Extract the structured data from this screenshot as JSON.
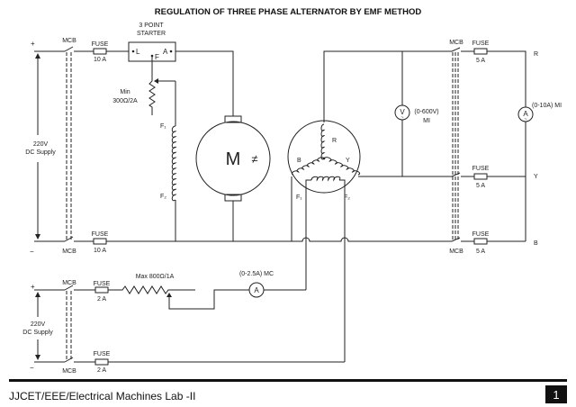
{
  "title": "REGULATION OF THREE PHASE ALTERNATOR BY EMF METHOD",
  "top_supply": {
    "plus": "+",
    "minus": "−",
    "label_line1": "220V",
    "label_line2": "DC Supply",
    "mcb_top": "MCB",
    "mcb_bottom": "MCB",
    "fuse_top": "FUSE",
    "fuse_top_rating": "10 A",
    "fuse_bottom": "FUSE",
    "fuse_bottom_rating": "10 A"
  },
  "starter": {
    "label_line1": "3 POINT",
    "label_line2": "STARTER",
    "L": "L",
    "A": "A",
    "F": "F"
  },
  "field_rheostat": {
    "label_line1": "Min",
    "label_line2": "300Ω/2A"
  },
  "motor": {
    "label": "M",
    "F1": "F₁",
    "F2": "F₂"
  },
  "coupling": "≠",
  "alternator": {
    "R": "R",
    "Y": "Y",
    "B": "B",
    "F1": "F₁",
    "F2": "F₂"
  },
  "voltmeter": {
    "symbol": "V",
    "label_line1": "(0-600V)",
    "label_line2": "MI"
  },
  "ammeter_ac": {
    "symbol": "A",
    "label": "(0-10A) MI"
  },
  "load_side": {
    "mcb_top": "MCB",
    "mcb_bottom": "MCB",
    "fuse": "FUSE",
    "fuse_rating": "5 A",
    "R": "R",
    "Y": "Y",
    "B": "B"
  },
  "bottom_supply": {
    "plus": "+",
    "minus": "−",
    "label_line1": "220V",
    "label_line2": "DC Supply",
    "mcb_top": "MCB",
    "mcb_bottom": "MCB",
    "fuse": "FUSE",
    "fuse_rating": "2 A"
  },
  "exciter_rheostat": {
    "label": "Max 800Ω/1A"
  },
  "ammeter_dc": {
    "symbol": "A",
    "label": "(0-2.5A) MC"
  },
  "footer": {
    "text": "JJCET/EEE/Electrical Machines Lab -II",
    "page": "1"
  }
}
